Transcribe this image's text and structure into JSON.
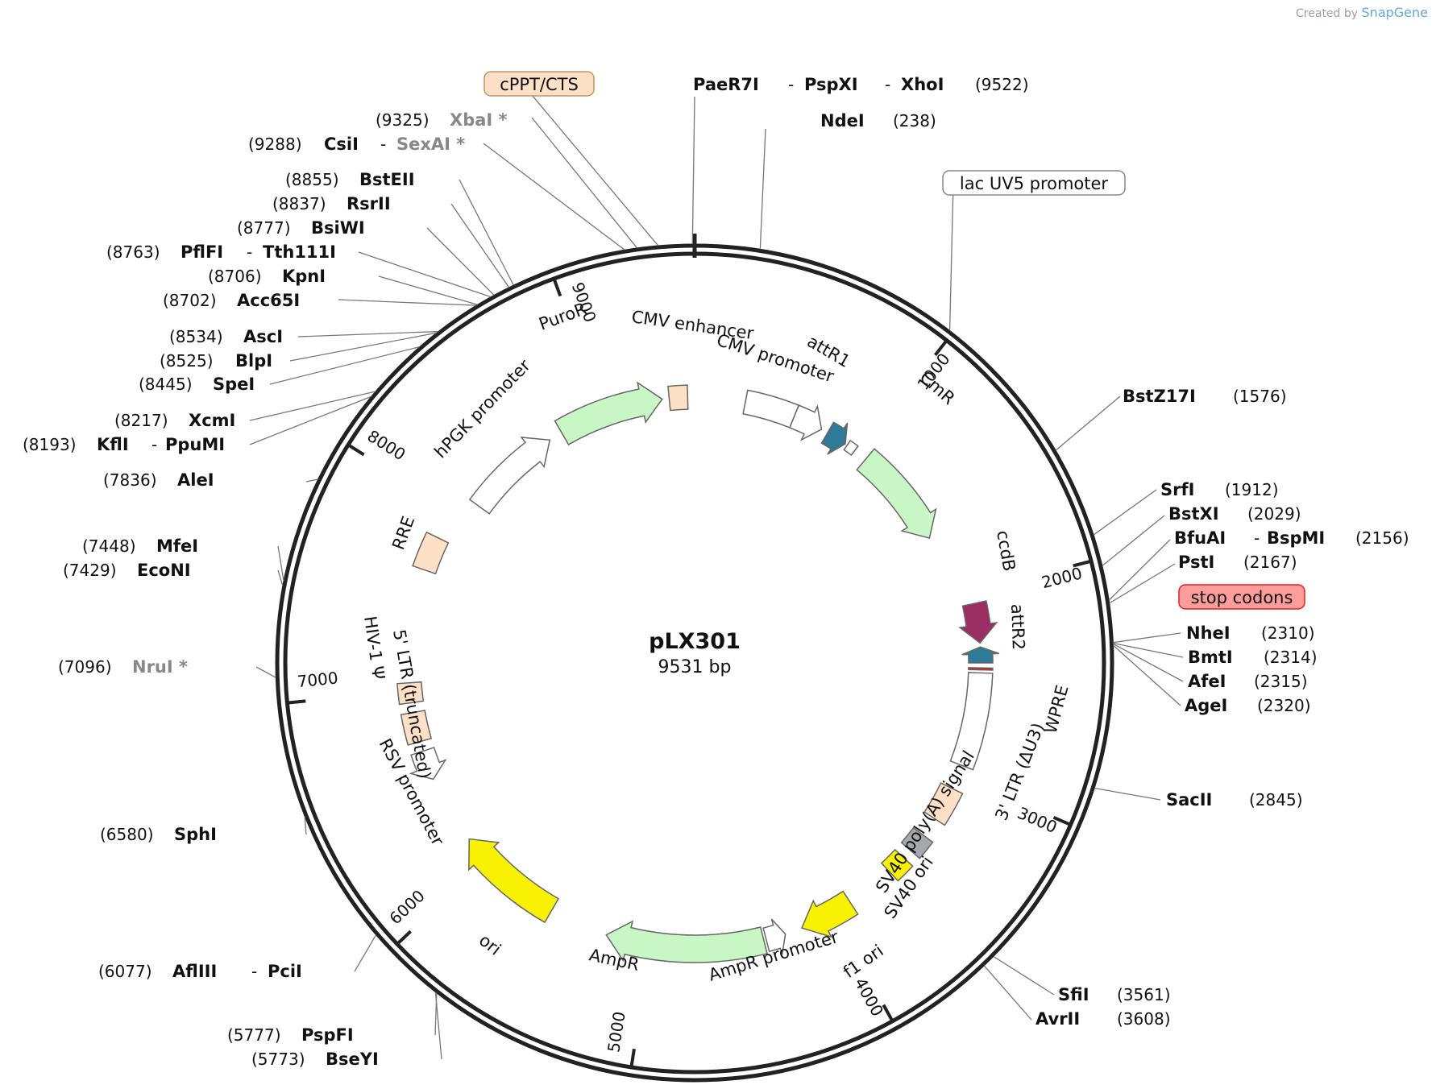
{
  "credit": {
    "prefix": "Created by",
    "brand": "SnapGene"
  },
  "plasmid": {
    "name": "pLX301",
    "length": "9531 bp"
  },
  "colors": {
    "feature_green": "#c8f7c5",
    "feature_yellow": "#f6f200",
    "feature_beige": "#fde0c5",
    "feature_teal": "#2d7b97",
    "feature_magenta": "#9b2d63",
    "feature_grey": "#a6a8ad"
  },
  "ticks": [
    {
      "label": "1000",
      "deg": 38.0
    },
    {
      "label": "2000",
      "deg": 75.6
    },
    {
      "label": "3000",
      "deg": 113.3
    },
    {
      "label": "4000",
      "deg": 151.1
    },
    {
      "label": "5000",
      "deg": 188.9
    },
    {
      "label": "6000",
      "deg": 226.6
    },
    {
      "label": "7000",
      "deg": 264.4
    },
    {
      "label": "8000",
      "deg": 302.2
    },
    {
      "label": "9000",
      "deg": 339.9
    }
  ],
  "features": [
    {
      "label": "CMV enhancer",
      "type": "box",
      "color": "#ffffff",
      "a1": 11,
      "a2": 22,
      "r": 330,
      "w": 30
    },
    {
      "label": "CMV promoter",
      "type": "arrow",
      "color": "#ffffff",
      "a1": 22,
      "a2": 28.5,
      "r": 330,
      "w": 30
    },
    {
      "label": "attR1",
      "type": "arrow",
      "color": "#2d7b97",
      "a1": 30,
      "a2": 34.5,
      "r": 330,
      "w": 30
    },
    {
      "label": "lac UV5 promoter",
      "type": "box",
      "color": "#ffffff",
      "a1": 35,
      "a2": 37,
      "r": 330,
      "w": 14
    },
    {
      "label": "CmR",
      "type": "arrow",
      "color": "#c8f7c5",
      "a1": 40,
      "a2": 62,
      "r": 330,
      "w": 34
    },
    {
      "label": "ccdB",
      "type": "arrow",
      "color": "#9b2d63",
      "a1": 78,
      "a2": 86,
      "r": 355,
      "w": 30
    },
    {
      "label": "attR2",
      "type": "arrow",
      "color": "#2d7b97",
      "a1": 90,
      "a2": 86.8,
      "r": 355,
      "w": 30
    },
    {
      "label": "stop codons",
      "type": "box",
      "color": "#ff0000",
      "a1": 91,
      "a2": 91.4,
      "r": 355,
      "w": 30
    },
    {
      "label": "WPRE",
      "type": "box",
      "color": "#ffffff",
      "a1": 92,
      "a2": 111,
      "r": 355,
      "w": 30
    },
    {
      "label": "3' LTR (ΔU3)",
      "type": "box",
      "color": "#fde0c5",
      "a1": 116,
      "a2": 123,
      "r": 355,
      "w": 30
    },
    {
      "label": "SV40 poly(A) signal",
      "type": "box",
      "color": "#a6a8ad",
      "a1": 127,
      "a2": 131,
      "r": 355,
      "w": 30
    },
    {
      "label": "SV40 ori",
      "type": "box",
      "color": "#f6f200",
      "a1": 133,
      "a2": 137,
      "r": 355,
      "w": 30
    },
    {
      "label": "f1 ori",
      "type": "arrow",
      "color": "#f6f200",
      "a1": 147,
      "a2": 158,
      "r": 355,
      "w": 34
    },
    {
      "label": "AmpR promoter",
      "type": "arrow",
      "color": "#ffffff",
      "a1": 165.5,
      "a2": 161.5,
      "r": 355,
      "w": 30
    },
    {
      "label": "AmpR",
      "type": "arrow",
      "color": "#c8f7c5",
      "a1": 166,
      "a2": 198,
      "r": 355,
      "w": 34
    },
    {
      "label": "ori",
      "type": "arrow",
      "color": "#f6f200",
      "a1": 210,
      "a2": 232,
      "r": 355,
      "w": 34
    },
    {
      "label": "RSV promoter",
      "type": "arrow",
      "color": "#ffffff",
      "a1": 252,
      "a2": 246,
      "r": 355,
      "w": 30
    },
    {
      "label": "5' LTR (truncated)",
      "type": "box",
      "color": "#fde0c5",
      "a1": 254,
      "a2": 260,
      "r": 355,
      "w": 30
    },
    {
      "label": "HIV-1 Ψ",
      "type": "box",
      "color": "#fde0c5",
      "a1": 262,
      "a2": 266,
      "r": 355,
      "w": 30
    },
    {
      "label": "RRE",
      "type": "box",
      "color": "#fde0c5",
      "a1": 289,
      "a2": 296,
      "r": 355,
      "w": 30
    },
    {
      "label": "hPGK promoter",
      "type": "arrow",
      "color": "#ffffff",
      "a1": 306,
      "a2": 327,
      "r": 330,
      "w": 30
    },
    {
      "label": "PuroR",
      "type": "arrow",
      "color": "#c8f7c5",
      "a1": 330,
      "a2": 353,
      "r": 330,
      "w": 34
    },
    {
      "label": "cPPT/CTS",
      "type": "box",
      "color": "#fde0c5",
      "a1": 354.5,
      "a2": 358.5,
      "r": 330,
      "w": 30
    }
  ],
  "boxed_labels": [
    {
      "text": "cPPT/CTS",
      "fill": "#fde0c5",
      "stroke": "#c89460"
    },
    {
      "text": "lac UV5 promoter",
      "fill": "#ffffff",
      "stroke": "#888888"
    },
    {
      "text": "stop codons",
      "fill": "#ff9d9d",
      "stroke": "#e02020"
    }
  ],
  "sites": [
    {
      "name": "PaeR7I",
      "pos": "",
      "grey": false
    },
    {
      "name": "PspXI",
      "pos": "",
      "grey": false
    },
    {
      "name": "XhoI",
      "pos": "(9522)",
      "grey": false
    },
    {
      "name": "NdeI",
      "pos": "(238)",
      "grey": false
    },
    {
      "name": "BstZ17I",
      "pos": "(1576)",
      "grey": false
    },
    {
      "name": "SrfI",
      "pos": "(1912)",
      "grey": false
    },
    {
      "name": "BstXI",
      "pos": "(2029)",
      "grey": false
    },
    {
      "name": "BfuAI",
      "pos": "",
      "grey": false
    },
    {
      "name": "BspMI",
      "pos": "(2156)",
      "grey": false
    },
    {
      "name": "PstI",
      "pos": "(2167)",
      "grey": false
    },
    {
      "name": "NheI",
      "pos": "(2310)",
      "grey": false
    },
    {
      "name": "BmtI",
      "pos": "(2314)",
      "grey": false
    },
    {
      "name": "AfeI",
      "pos": "(2315)",
      "grey": false
    },
    {
      "name": "AgeI",
      "pos": "(2320)",
      "grey": false
    },
    {
      "name": "SacII",
      "pos": "(2845)",
      "grey": false
    },
    {
      "name": "SfiI",
      "pos": "(3561)",
      "grey": false
    },
    {
      "name": "AvrII",
      "pos": "(3608)",
      "grey": false
    },
    {
      "name": "PspFI",
      "pos": "(5777)",
      "grey": false
    },
    {
      "name": "BseYI",
      "pos": "(5773)",
      "grey": false
    },
    {
      "name": "AflIII",
      "pos": "(6077)",
      "grey": false
    },
    {
      "name": "PciI",
      "pos": "",
      "grey": false
    },
    {
      "name": "SphI",
      "pos": "(6580)",
      "grey": false
    },
    {
      "name": "NruI *",
      "pos": "(7096)",
      "grey": true
    },
    {
      "name": "EcoNI",
      "pos": "(7429)",
      "grey": false
    },
    {
      "name": "MfeI",
      "pos": "(7448)",
      "grey": false
    },
    {
      "name": "AleI",
      "pos": "(7836)",
      "grey": false
    },
    {
      "name": "KflI",
      "pos": "(8193)",
      "grey": false
    },
    {
      "name": "PpuMI",
      "pos": "",
      "grey": false
    },
    {
      "name": "XcmI",
      "pos": "(8217)",
      "grey": false
    },
    {
      "name": "SpeI",
      "pos": "(8445)",
      "grey": false
    },
    {
      "name": "BlpI",
      "pos": "(8525)",
      "grey": false
    },
    {
      "name": "AscI",
      "pos": "(8534)",
      "grey": false
    },
    {
      "name": "Acc65I",
      "pos": "(8702)",
      "grey": false
    },
    {
      "name": "KpnI",
      "pos": "(8706)",
      "grey": false
    },
    {
      "name": "PflFI",
      "pos": "(8763)",
      "grey": false
    },
    {
      "name": "Tth111I",
      "pos": "",
      "grey": false
    },
    {
      "name": "BsiWI",
      "pos": "(8777)",
      "grey": false
    },
    {
      "name": "RsrII",
      "pos": "(8837)",
      "grey": false
    },
    {
      "name": "BstEII",
      "pos": "(8855)",
      "grey": false
    },
    {
      "name": "CsiI",
      "pos": "(9288)",
      "grey": false
    },
    {
      "name": "SexAI *",
      "pos": "",
      "grey": true
    },
    {
      "name": "XbaI *",
      "pos": "(9325)",
      "grey": true
    }
  ]
}
